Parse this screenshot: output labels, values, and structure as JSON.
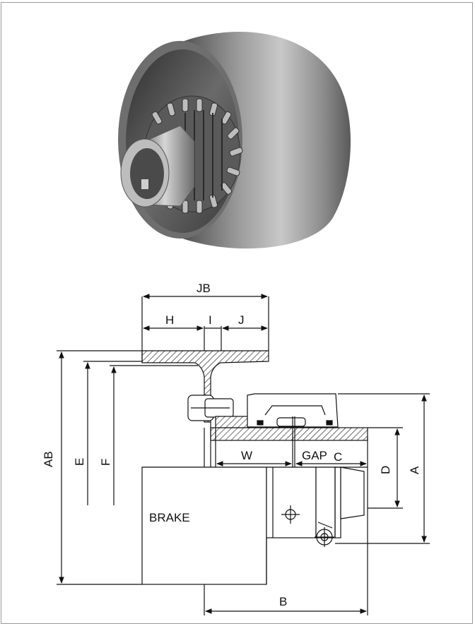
{
  "labels": {
    "jb": "JB",
    "h": "H",
    "i": "I",
    "j": "J",
    "ab": "AB",
    "e": "E",
    "f": "F",
    "w": "W",
    "gap": "GAP",
    "c": "C",
    "d": "D",
    "a": "A",
    "b": "B",
    "brake": "BRAKE"
  }
}
